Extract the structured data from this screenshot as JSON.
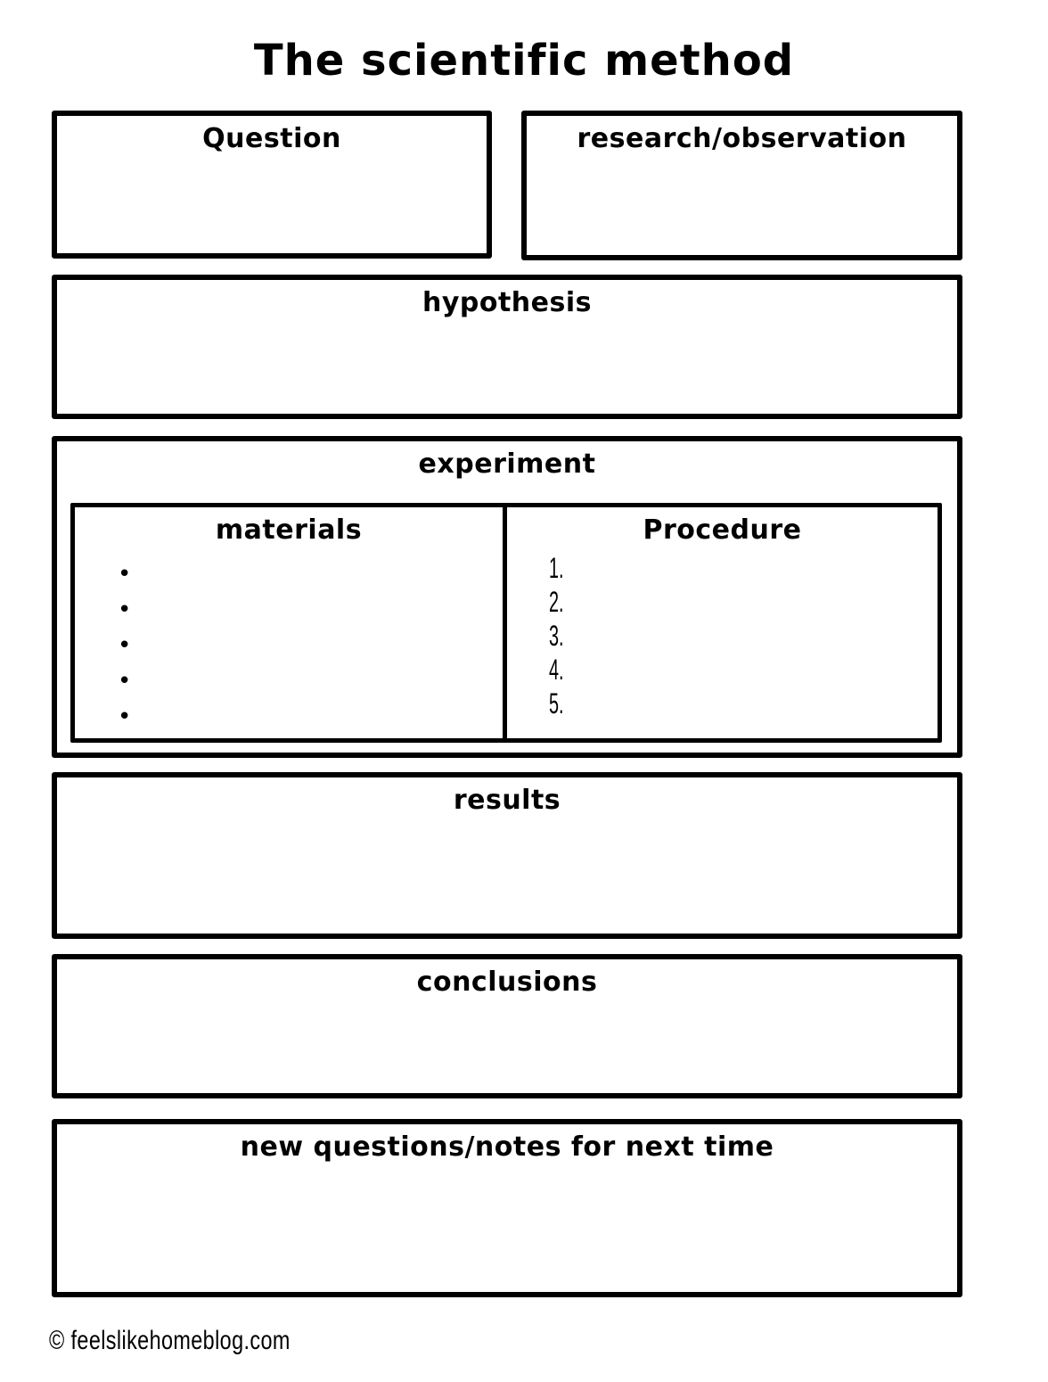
{
  "title": "The scientific method",
  "boxes": {
    "question": {
      "label": "Question"
    },
    "research_observation": {
      "label": "research/observation"
    },
    "hypothesis": {
      "label": "hypothesis"
    },
    "experiment": {
      "label": "experiment",
      "materials": {
        "label": "materials",
        "bullet_glyph": "•",
        "bullet_count": 5
      },
      "procedure": {
        "label": "Procedure",
        "steps": [
          "1.",
          "2.",
          "3.",
          "4.",
          "5."
        ]
      }
    },
    "results": {
      "label": "results"
    },
    "conclusions": {
      "label": "conclusions"
    },
    "new_questions": {
      "label": "new questions/notes for next time"
    }
  },
  "footer": {
    "text": "© feelslikehomeblog.com"
  }
}
